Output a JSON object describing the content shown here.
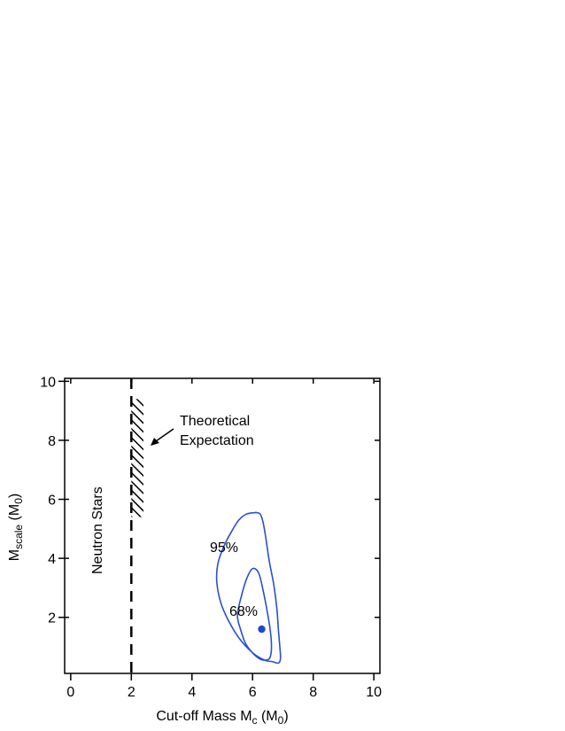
{
  "chart_data": {
    "type": "contour",
    "xlabel": {
      "main": "Cut-off Mass M",
      "sub": "c",
      "unit_open": " (M",
      "unit_sub": "0",
      "unit_close": ")"
    },
    "ylabel": {
      "main": "M",
      "sub": "scale",
      "unit_open": " (M",
      "unit_sub": "0",
      "unit_close": ")"
    },
    "xlim": [
      -0.2,
      10.2
    ],
    "ylim": [
      0.1,
      10.1
    ],
    "xticks": [
      0,
      2,
      4,
      6,
      8,
      10
    ],
    "yticks": [
      2,
      4,
      6,
      8,
      10
    ],
    "grid": false,
    "neutron_star_line": {
      "x": 2.0,
      "y_range": [
        0.1,
        10.1
      ],
      "style": "dashed"
    },
    "theoretical_band": {
      "x_range": [
        2.0,
        2.4
      ],
      "y_range": [
        5.4,
        9.4
      ]
    },
    "contours": [
      {
        "label": "95%",
        "color": "#2a4fd0",
        "points": [
          [
            6.1,
            5.55
          ],
          [
            6.25,
            5.5
          ],
          [
            6.35,
            5.2
          ],
          [
            6.45,
            4.6
          ],
          [
            6.55,
            3.9
          ],
          [
            6.7,
            3.1
          ],
          [
            6.8,
            2.3
          ],
          [
            6.85,
            1.6
          ],
          [
            6.9,
            1.0
          ],
          [
            6.92,
            0.6
          ],
          [
            6.85,
            0.45
          ],
          [
            6.65,
            0.5
          ],
          [
            6.4,
            0.55
          ],
          [
            6.0,
            0.8
          ],
          [
            5.55,
            1.3
          ],
          [
            5.2,
            1.9
          ],
          [
            4.95,
            2.5
          ],
          [
            4.82,
            3.2
          ],
          [
            4.85,
            3.8
          ],
          [
            5.05,
            4.4
          ],
          [
            5.3,
            4.9
          ],
          [
            5.55,
            5.3
          ],
          [
            5.8,
            5.5
          ],
          [
            6.1,
            5.55
          ]
        ]
      },
      {
        "label": "68%",
        "color": "#2a4fd0",
        "points": [
          [
            5.5,
            2.05
          ],
          [
            5.6,
            2.6
          ],
          [
            5.8,
            3.3
          ],
          [
            6.0,
            3.65
          ],
          [
            6.2,
            3.5
          ],
          [
            6.35,
            2.9
          ],
          [
            6.5,
            2.1
          ],
          [
            6.6,
            1.4
          ],
          [
            6.62,
            0.9
          ],
          [
            6.55,
            0.6
          ],
          [
            6.35,
            0.55
          ],
          [
            6.15,
            0.65
          ],
          [
            5.95,
            0.85
          ],
          [
            5.75,
            1.15
          ],
          [
            5.6,
            1.6
          ]
        ]
      }
    ],
    "best_fit": {
      "x": 6.3,
      "y": 1.6,
      "color": "#1f45d6"
    },
    "annotations": {
      "neutron_stars": "Neutron Stars",
      "theoretical_line1": "Theoretical",
      "theoretical_line2": "Expectation",
      "label_95": "95%",
      "label_68": "68%"
    }
  }
}
